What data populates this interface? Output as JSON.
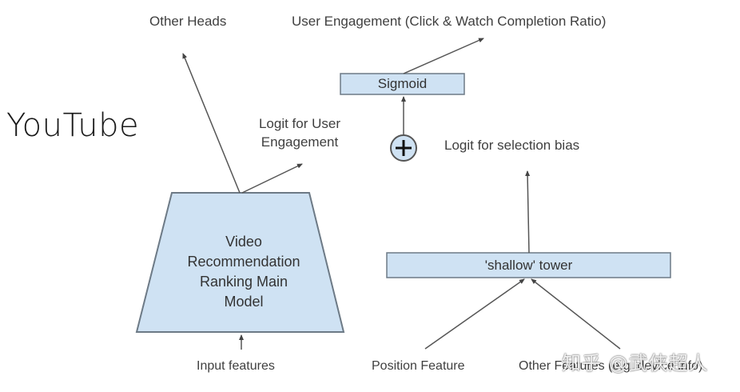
{
  "title": "YouTube",
  "colors": {
    "box_fill": "#cfe2f3",
    "box_stroke": "#6d7a86",
    "arrow": "#555555",
    "text": "#3f3f3f"
  },
  "nodes": {
    "main_model": {
      "lines": [
        "Video",
        "Recommendation",
        "Ranking Main",
        "Model"
      ]
    },
    "sigmoid": {
      "label": "Sigmoid"
    },
    "sum": {
      "symbol": "+",
      "icon": "plus-circle-icon"
    },
    "shallow_tower": {
      "label": "'shallow' tower"
    }
  },
  "labels": {
    "other_heads": "Other Heads",
    "user_engagement": "User Engagement (Click & Watch Completion Ratio)",
    "logit_user_line1": "Logit for User",
    "logit_user_line2": "Engagement",
    "logit_selection": "Logit for selection bias",
    "input_features": "Input features",
    "position_feature": "Position Feature",
    "other_features": "Other Features (e.g. device info)"
  },
  "edges": [
    {
      "from": "input_features",
      "to": "main_model"
    },
    {
      "from": "main_model",
      "to": "other_heads"
    },
    {
      "from": "main_model",
      "to": "logit_user_engagement"
    },
    {
      "from": "sum",
      "to": "sigmoid"
    },
    {
      "from": "sigmoid",
      "to": "user_engagement"
    },
    {
      "from": "shallow_tower",
      "to": "logit_selection_bias"
    },
    {
      "from": "position_feature",
      "to": "shallow_tower"
    },
    {
      "from": "other_features",
      "to": "shallow_tower"
    }
  ],
  "watermark": "知乎 @武侠超人"
}
